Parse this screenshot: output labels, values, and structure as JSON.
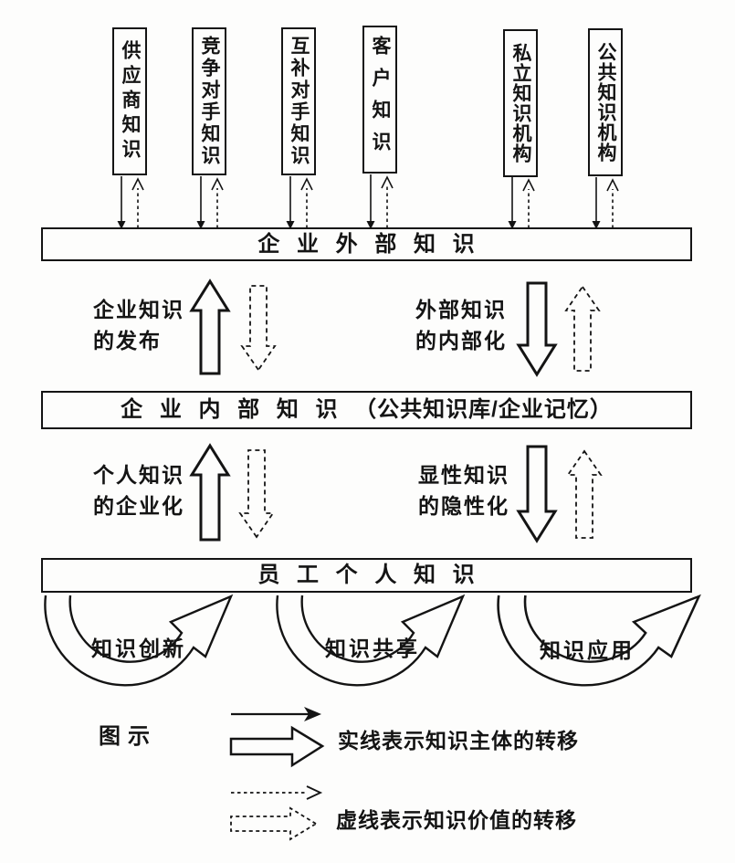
{
  "sources": [
    {
      "label": "供应商知识"
    },
    {
      "label": "竞争对手知识"
    },
    {
      "label": "互补对手知识"
    },
    {
      "label": "客户知识"
    },
    {
      "label": "私立知识机构"
    },
    {
      "label": "公共知识机构"
    }
  ],
  "bars": {
    "external": "企 业 外 部 知 识",
    "internal": "企 业 内 部 知 识 （公共知识库/企业记忆）",
    "personal": "员 工 个 人 知 识"
  },
  "flows": {
    "publish": "企业知识\n的发布",
    "internalize": "外部知识\n的内部化",
    "corporatize": "个人知识\n的企业化",
    "tacitize": "显性知识\n的隐性化"
  },
  "cycles": [
    {
      "label": "知识创新"
    },
    {
      "label": "知识共享"
    },
    {
      "label": "知识应用"
    }
  ],
  "legend": {
    "title": "图示",
    "solid_desc": "实线表示知识主体的转移",
    "dashed_desc": "虚线表示知识价值的转移"
  },
  "colors": {
    "ink": "#141414",
    "paper": "#fdfdfc"
  }
}
